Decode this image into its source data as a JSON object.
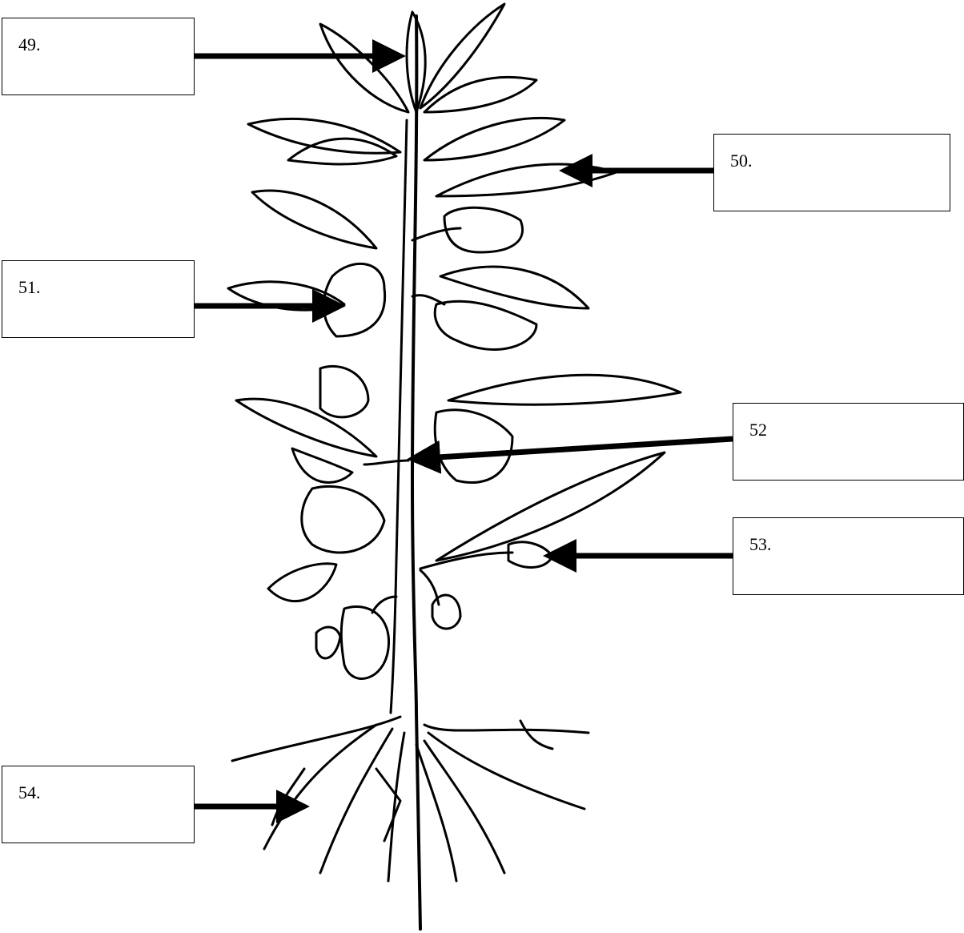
{
  "labels": [
    {
      "id": "49",
      "text": "49."
    },
    {
      "id": "50",
      "text": "50."
    },
    {
      "id": "51",
      "text": "51."
    },
    {
      "id": "52",
      "text": "52"
    },
    {
      "id": "53",
      "text": "53."
    },
    {
      "id": "54",
      "text": "54."
    }
  ]
}
